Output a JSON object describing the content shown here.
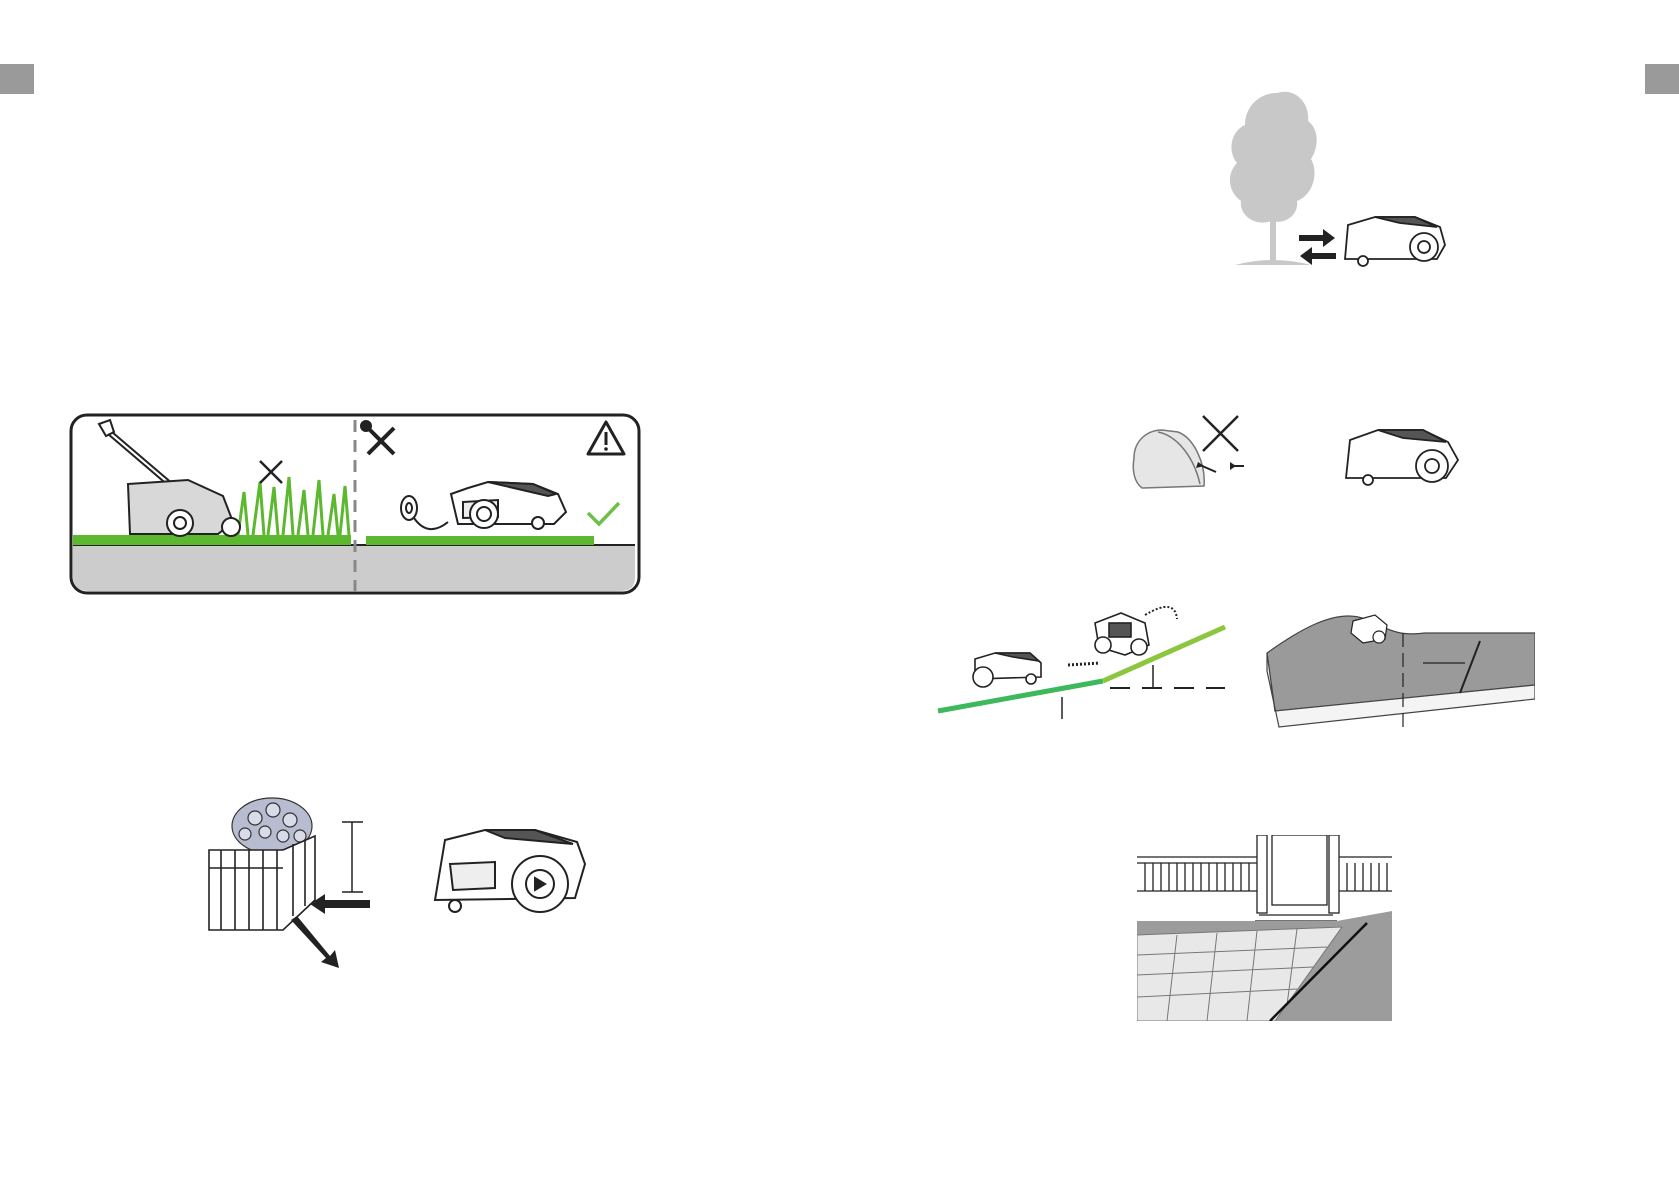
{
  "spread": {
    "left_page": {
      "tab_color": "#9a9a9a",
      "figures": [
        {
          "name": "manual-vs-robot-mowing-panel",
          "icons": [
            "mower-icon",
            "cross-icon",
            "tools-icon",
            "warning-icon",
            "check-icon",
            "robot-mower-icon"
          ]
        },
        {
          "name": "raised-bed-obstacle-figure",
          "icons": [
            "planter-icon",
            "arrow-icon",
            "robot-mower-icon"
          ]
        }
      ]
    },
    "right_page": {
      "tab_color": "#9a9a9a",
      "figures": [
        {
          "name": "tree-obstacle-figure",
          "icons": [
            "tree-icon",
            "arrow-left-right-icon",
            "robot-mower-icon"
          ]
        },
        {
          "name": "stone-obstacle-figure",
          "icons": [
            "stone-icon",
            "cross-icon",
            "robot-mower-icon"
          ]
        },
        {
          "name": "slope-figure",
          "icons": [
            "slope-line-icon",
            "robot-mower-icon",
            "terrain-icon"
          ]
        },
        {
          "name": "paving-edge-figure",
          "icons": [
            "porch-icon",
            "paving-icon"
          ]
        }
      ]
    },
    "colors": {
      "grass_green": "#5cb82e",
      "check_green": "#6cc04a",
      "ground_gray": "#cccccc",
      "line_dark": "#222222",
      "tree_gray": "#c8c8c8",
      "slope_green": "#3db85a",
      "slope_lightgreen": "#8cc63f"
    }
  }
}
